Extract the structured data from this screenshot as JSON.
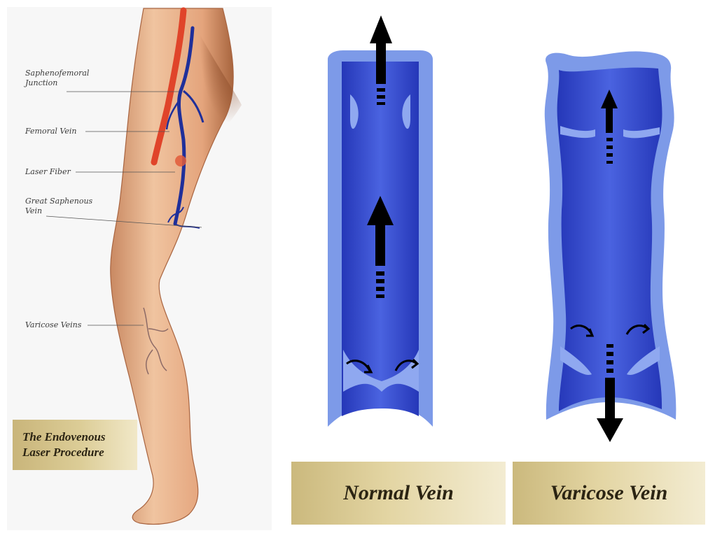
{
  "leg_panel": {
    "labels": {
      "saphenofemoral": "Saphenofemoral Junction",
      "saphenofemoral_line1": "Saphenofemoral",
      "saphenofemoral_line2": "Junction",
      "femoral_vein": "Femoral Vein",
      "laser_fiber": "Laser Fiber",
      "great_saphenous_line1": "Great Saphenous",
      "great_saphenous_line2": "Vein",
      "varicose_veins": "Varicose Veins"
    },
    "banner_line1": "The Endovenous",
    "banner_line2": "Laser Procedure"
  },
  "normal_vein": {
    "title": "Normal Vein"
  },
  "varicose_vein": {
    "title": "Varicose Vein"
  },
  "colors": {
    "vein_wall": "#6f8fe6",
    "vein_lumen": "#2f44c9",
    "vein_highlight": "#8fa8f0",
    "skin": "#e9b48e",
    "skin_shadow": "#b8734a",
    "artery": "#e0442a",
    "vein_leg": "#1f2f9a",
    "banner_gold": "#cbb97d"
  }
}
